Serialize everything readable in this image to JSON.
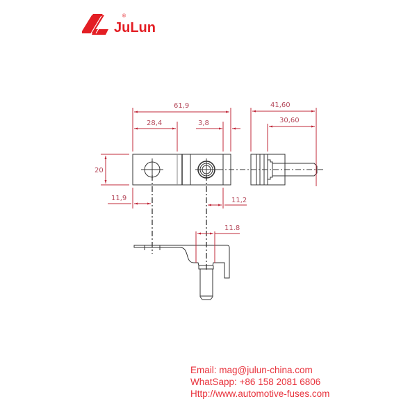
{
  "brand": {
    "name": "JuLun",
    "registered_mark": "®",
    "color": "#e31e24",
    "logo_icon": "zl-stripes-logo-icon"
  },
  "drawing": {
    "line_color": "#333333",
    "dimension_color": "#c0283a",
    "dimensions": {
      "overall_width": "61,9",
      "hole_offset": "28,4",
      "edge_gap": "3,8",
      "pin_total_length": "41,60",
      "pin_length": "30,60",
      "height": "20",
      "left_hole_to_edge": "11,9",
      "right_hole_to_edge": "11,2",
      "stud_width": "11.8"
    },
    "views": [
      "top-view",
      "side-view",
      "front-view"
    ]
  },
  "contact": {
    "email": "Email: mag@julun-china.com",
    "whatsapp": "WhatSapp: +86 158 2081 6806",
    "website": "Http://www.automotive-fuses.com"
  }
}
